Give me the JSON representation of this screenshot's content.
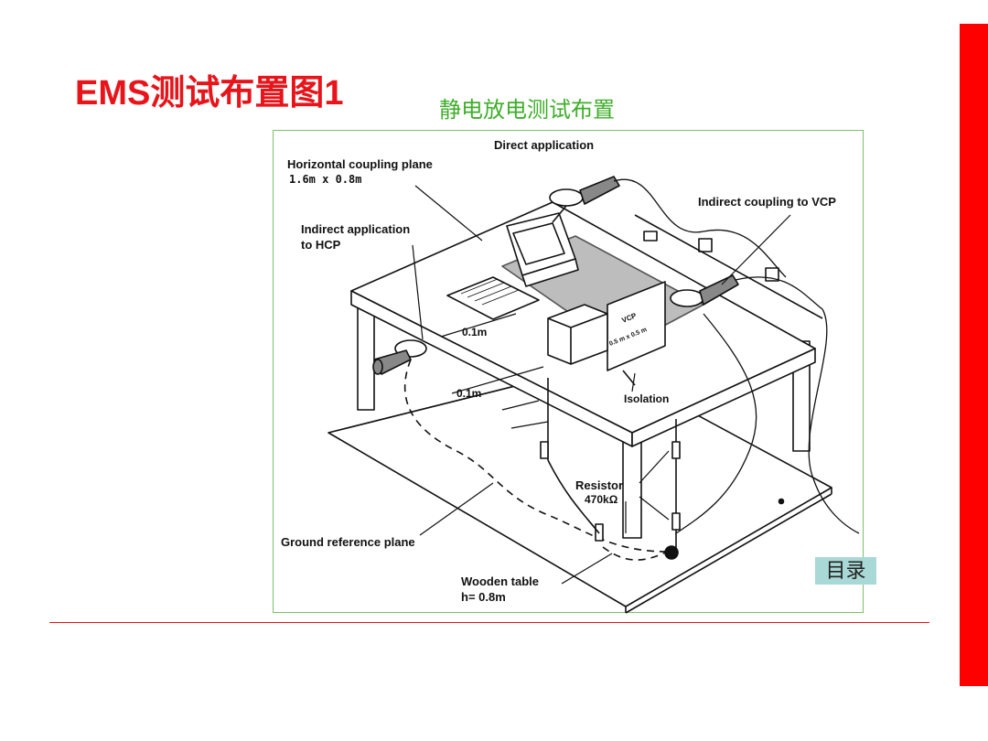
{
  "title": "EMS测试布置图1",
  "subtitle": "静电放电测试布置",
  "toc_button": "目录",
  "accent_color": "#fe0000",
  "title_color": "#e8141a",
  "subtitle_color": "#3fae2a",
  "diagram": {
    "labels": {
      "direct_application": "Direct application",
      "hcp": "Horizontal coupling plane",
      "hcp_size": "1.6m x 0.8m",
      "indirect_vcp": "Indirect coupling to VCP",
      "indirect_hcp_1": "Indirect application",
      "indirect_hcp_2": "to HCP",
      "vcp": "VCP",
      "vcp_size": "0.5 m x 0.5 m",
      "dist_1": "0.1m",
      "dist_2": "0.1m",
      "isolation": "Isolation",
      "resistor": "Resistor",
      "resistor_value": "470kΩ",
      "ground_plane": "Ground reference plane",
      "wooden_table_1": "Wooden table",
      "wooden_table_2": "h= 0.8m"
    }
  }
}
